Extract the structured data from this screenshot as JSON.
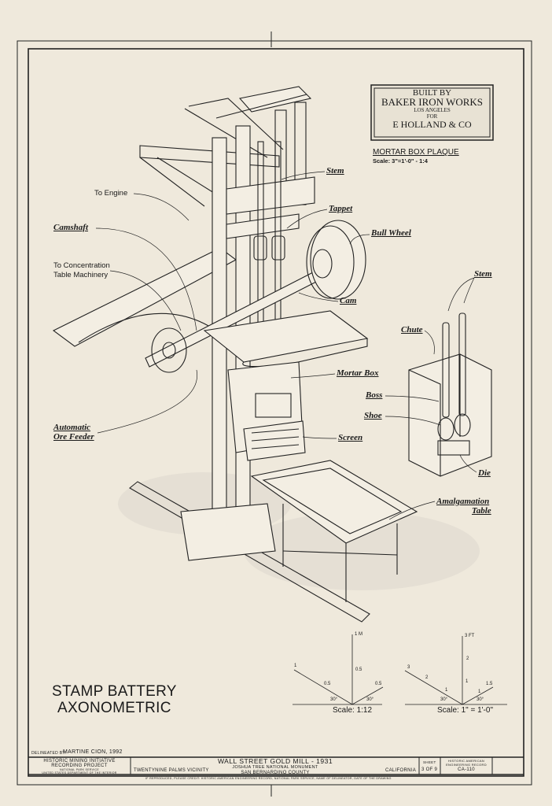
{
  "plaque": {
    "lines": [
      "BUILT BY",
      "BAKER IRON WORKS",
      "LOS ANGELES",
      "FOR",
      "E HOLLAND & CO"
    ],
    "caption": "MORTAR BOX PLAQUE",
    "scale": "Scale: 3\"=1'-0\"  -  1:4"
  },
  "labels": {
    "to_engine": "To Engine",
    "camshaft": "Camshaft",
    "to_concentration_1": "To Concentration",
    "to_concentration_2": "Table Machinery",
    "ore_feeder_1": "Automatic",
    "ore_feeder_2": "Ore Feeder",
    "stem": "Stem",
    "tappet": "Tappet",
    "bull_wheel": "Bull Wheel",
    "cam": "Cam",
    "mortar_box": "Mortar Box",
    "screen": "Screen",
    "amalgamation_1": "Amalgamation",
    "amalgamation_2": "Table",
    "detail_stem": "Stem",
    "chute": "Chute",
    "boss": "Boss",
    "shoe": "Shoe",
    "die": "Die"
  },
  "title": {
    "line1": "STAMP BATTERY",
    "line2": "AXONOMETRIC"
  },
  "scales": {
    "metric": {
      "label": "Scale: 1:12",
      "top": "1 M",
      "mid": "0.5",
      "left_end": "1",
      "left_mid": "0.5",
      "right": "0.5",
      "angle_left": "30°",
      "angle_right": "30°"
    },
    "imperial": {
      "label": "Scale: 1\" = 1'-0\"",
      "top": "3 FT",
      "v2": "2",
      "v1": "1",
      "left_end": "3",
      "left_mid": "2",
      "left_1": "1",
      "right_1": "1",
      "right_end": "1.5",
      "angle_left": "30°",
      "angle_right": "30°"
    }
  },
  "title_block": {
    "delineated_label": "DELINEATED BY:",
    "delineator": "MARTINE CION, 1992",
    "org_1": "HISTORIC MINING INITIATIVE",
    "org_2": "RECORDING PROJECT",
    "org_3": "NATIONAL PARK SERVICE",
    "org_4": "UNITED STATES DEPARTMENT OF THE INTERIOR",
    "vicinity": "TWENTYNINE PALMS VICINITY",
    "site": "WALL STREET GOLD MILL - 1931",
    "monument": "JOSHUA TREE NATIONAL MONUMENT",
    "county": "SAN BERNARDINO COUNTY",
    "state": "CALIFORNIA",
    "sheet_label": "SHEET",
    "sheet": "3 of 9",
    "haer_1": "HISTORIC AMERICAN",
    "haer_2": "ENGINEERING RECORD",
    "haer_no": "CA-110",
    "credit": "IF REPRODUCED, PLEASE CREDIT: HISTORIC AMERICAN ENGINEERING RECORD, NATIONAL PARK SERVICE, NAME OF DELINEATOR, DATE OF THE DRAWING"
  }
}
